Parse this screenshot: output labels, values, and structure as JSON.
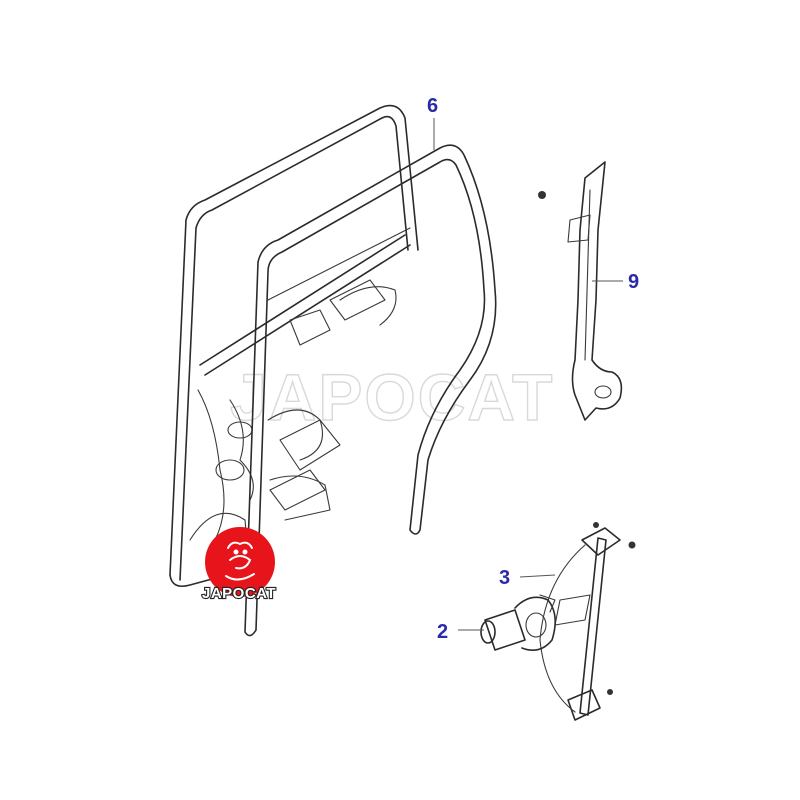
{
  "watermark": {
    "text": "JAPOCAT"
  },
  "logo": {
    "text": "JAPOCAT",
    "color": "#e8141b"
  },
  "callouts": [
    {
      "id": "6",
      "label": "6"
    },
    {
      "id": "9",
      "label": "9"
    },
    {
      "id": "3",
      "label": "3"
    },
    {
      "id": "2",
      "label": "2"
    }
  ],
  "colors": {
    "callout": "#2a2aa8",
    "line": "#2b2b2b"
  }
}
